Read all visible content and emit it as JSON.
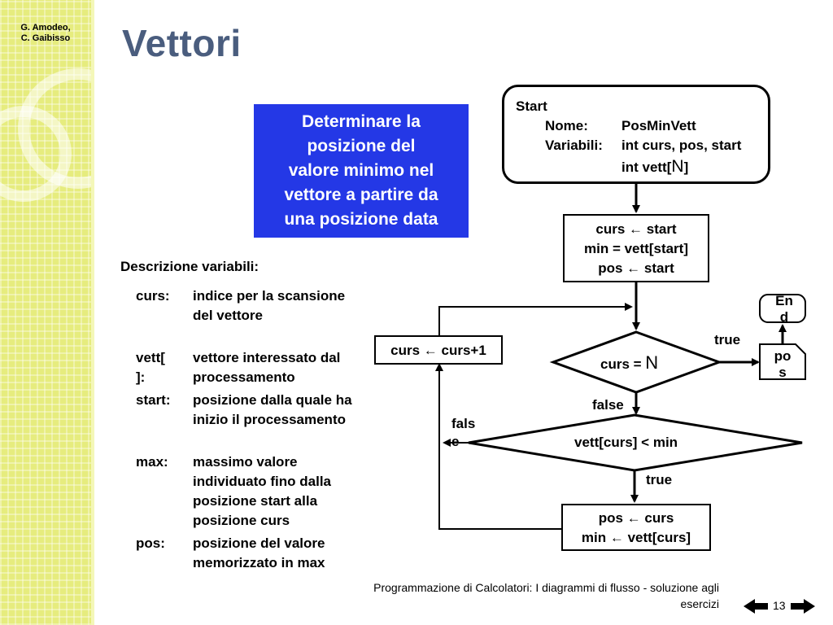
{
  "header": {
    "authors_line1": "G. Amodeo,",
    "authors_line2": "C. Gaibisso",
    "title": "Vettori"
  },
  "task_box": {
    "text": "Determinare la\nposizione del\nvalore minimo nel\nvettore a partire da\nuna posizione data",
    "background": "#2438e6"
  },
  "variables": {
    "heading": "Descrizione variabili:",
    "items": [
      {
        "term": "curs:",
        "desc": "indice per la scansione del vettore"
      },
      {
        "term": "vett[ ]:",
        "desc": "vettore interessato dal processamento"
      },
      {
        "term": "start:",
        "desc": "posizione dalla quale ha inizio il processamento"
      },
      {
        "term": "max:",
        "desc": "massimo valore individuato fino dalla posizione start alla posizione curs"
      },
      {
        "term": "pos:",
        "desc": "posizione del valore memorizzato in max"
      }
    ]
  },
  "flowchart": {
    "start": {
      "label": "Start",
      "name_key": "Nome:",
      "name_val": "PosMinVett",
      "vars_key": "Variabili:",
      "vars_val1": "int curs,  pos, start",
      "vars_val2_prefix": "int vett[",
      "vars_val2_big": "N",
      "vars_val2_suffix": "]"
    },
    "init": {
      "line1": "curs ← start",
      "line2": "min = vett[start]",
      "line3": "pos ← start"
    },
    "increment": "curs ← curs+1",
    "cond1_prefix": "curs = ",
    "cond1_big": "N",
    "cond2": "vett[curs] < min",
    "update": {
      "line1": "pos ← curs",
      "line2": "min ← vett[curs]"
    },
    "end_line1": "En",
    "end_line2": "d",
    "output_line1": "po",
    "output_line2": "s",
    "label_true1": "true",
    "label_false1": "false",
    "label_false2_line1": "fals",
    "label_false2_line2": "e",
    "label_true2": "true"
  },
  "footer": {
    "line1": "Programmazione di Calcolatori: I diagrammi di flusso - soluzione agli",
    "line2": "esercizi",
    "page": "13"
  }
}
